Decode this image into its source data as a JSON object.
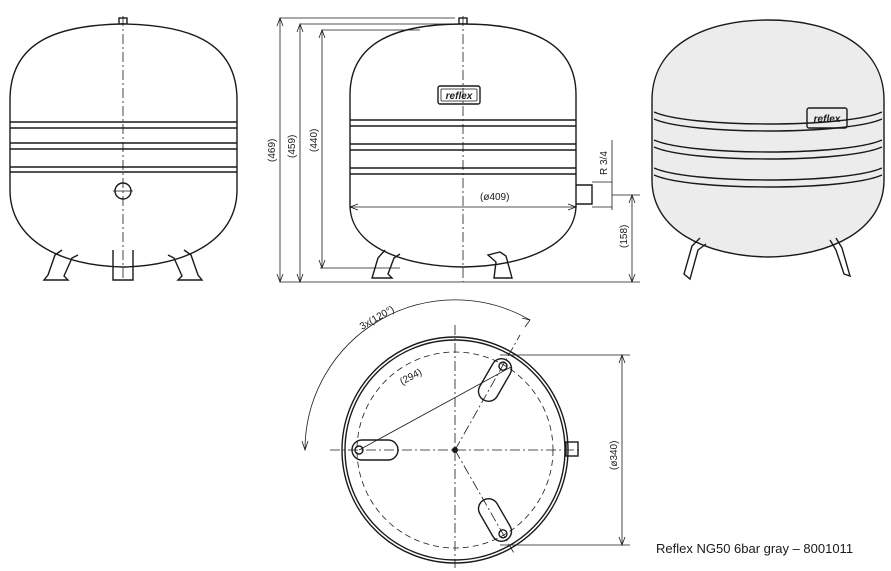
{
  "dimensions": {
    "overall_height": "(469)",
    "height_459": "(459)",
    "height_440": "(440)",
    "diameter": "(ø409)",
    "connection_thread": "R 3/4",
    "connection_height": "(158)",
    "foot_angle": "3x(120°)",
    "foot_circle": "(294)",
    "foot_span": "(ø340)"
  },
  "logo": {
    "brand": "reflex"
  },
  "caption": "Reflex NG50 6bar gray – 8001011",
  "colors": {
    "line": "#1a1a1a",
    "fill_3d": "#ececec",
    "background": "#ffffff"
  }
}
